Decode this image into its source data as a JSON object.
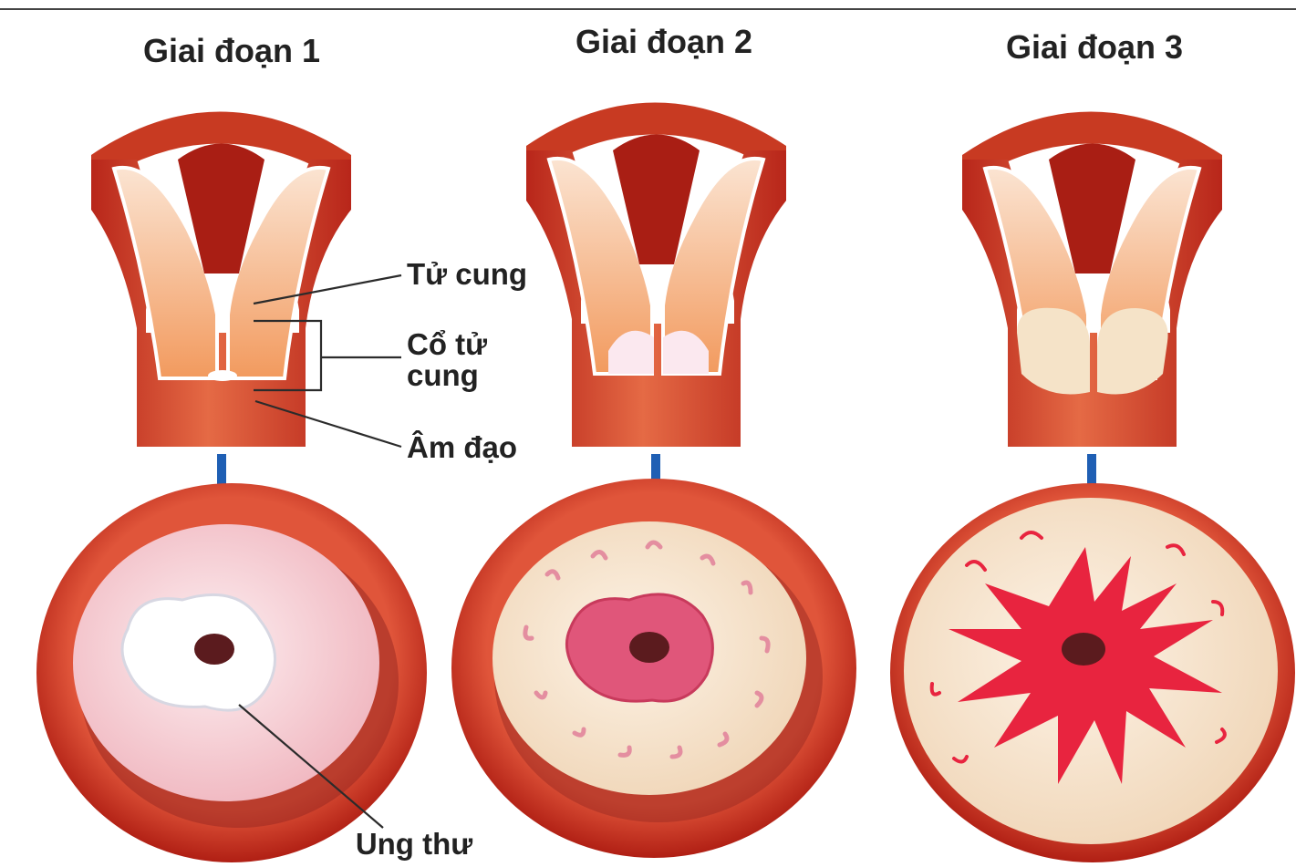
{
  "stages": [
    {
      "title": "Giai đoạn 1",
      "depiction": "small white lesion around cervical opening"
    },
    {
      "title": "Giai đoạn 2",
      "depiction": "pink lesion spreading across cervix surface"
    },
    {
      "title": "Giai đoạn 3",
      "depiction": "red lesion branching over entire cervix surface"
    }
  ],
  "labels": {
    "uterus": "Tử cung",
    "cervix_line1": "Cổ tử",
    "cervix_line2": "cung",
    "vagina": "Âm đạo",
    "cancer": "Ung thư"
  },
  "colors": {
    "tissue_dark": "#b8261a",
    "tissue_mid": "#d94a2c",
    "tissue_light": "#f0a27c",
    "cavity_cream": "#f8d9bf",
    "lesion_white": "#ffffff",
    "lesion_pink": "#e0567a",
    "lesion_red": "#e8243f",
    "arrow_blue": "#1f5fb4",
    "text": "#222222"
  }
}
